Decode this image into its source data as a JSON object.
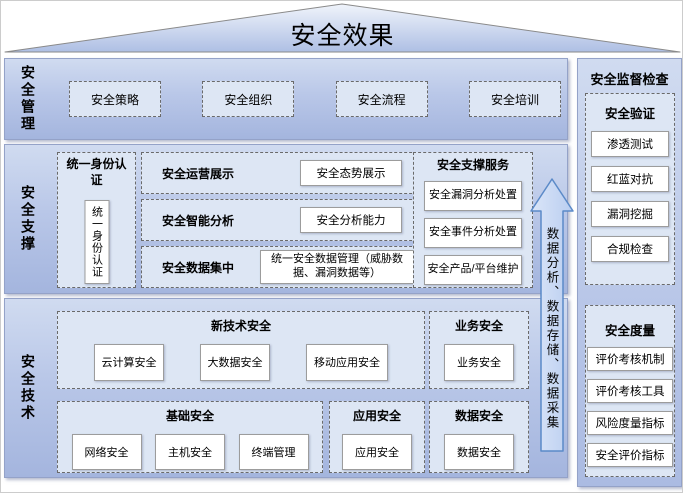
{
  "roof": {
    "title": "安全效果"
  },
  "bands": {
    "management": {
      "label": "安全管理",
      "items": [
        "安全策略",
        "安全组织",
        "安全流程",
        "安全培训"
      ]
    },
    "support": {
      "label": "安全支撑",
      "identity": {
        "title": "统一身份认证",
        "box": "统一身份认证"
      },
      "rows": [
        {
          "label": "安全运营展示",
          "box": "安全态势展示"
        },
        {
          "label": "安全智能分析",
          "box": "安全分析能力"
        },
        {
          "label": "安全数据集中",
          "box": "统一安全数据管理（威胁数据、漏洞数据等）"
        }
      ],
      "services": {
        "title": "安全支撑服务",
        "items": [
          "安全漏洞分析处置",
          "安全事件分析处置",
          "安全产品/平台维护"
        ]
      }
    },
    "technology": {
      "label": "安全技术",
      "new_tech": {
        "title": "新技术安全",
        "items": [
          "云计算安全",
          "大数据安全",
          "移动应用安全"
        ]
      },
      "business": {
        "title": "业务安全",
        "items": [
          "业务安全"
        ]
      },
      "basic": {
        "title": "基础安全",
        "items": [
          "网络安全",
          "主机安全",
          "终端管理"
        ]
      },
      "application": {
        "title": "应用安全",
        "items": [
          "应用安全"
        ]
      },
      "data_security": {
        "title": "数据安全",
        "items": [
          "数据安全"
        ]
      }
    }
  },
  "arrow": {
    "label": "数据分析、数据存储、数据采集"
  },
  "right_panel": {
    "title": "安全监督检查",
    "groups": [
      {
        "title": "安全验证",
        "items": [
          "渗透测试",
          "红蓝对抗",
          "漏洞挖掘",
          "合规检查"
        ]
      },
      {
        "title": "安全度量",
        "items": [
          "评价考核机制",
          "评价考核工具",
          "风险度量指标",
          "安全评价指标"
        ]
      }
    ]
  },
  "colors": {
    "roof_top": "#f0f4fb",
    "roof_bottom": "#aebfe4",
    "band_top": "#d0dbf0",
    "band_bottom": "#a4b5de",
    "dashed_fill": "#dde6f4",
    "dashed_border": "#6a6a6a",
    "white_box_border": "#9c9c9c",
    "panel_border": "#94a2c8",
    "arrow_fill_light": "#dbe6f8",
    "arrow_fill_dark": "#b9cdf0",
    "arrow_stroke": "#5b8ac8",
    "text": "#000000"
  }
}
